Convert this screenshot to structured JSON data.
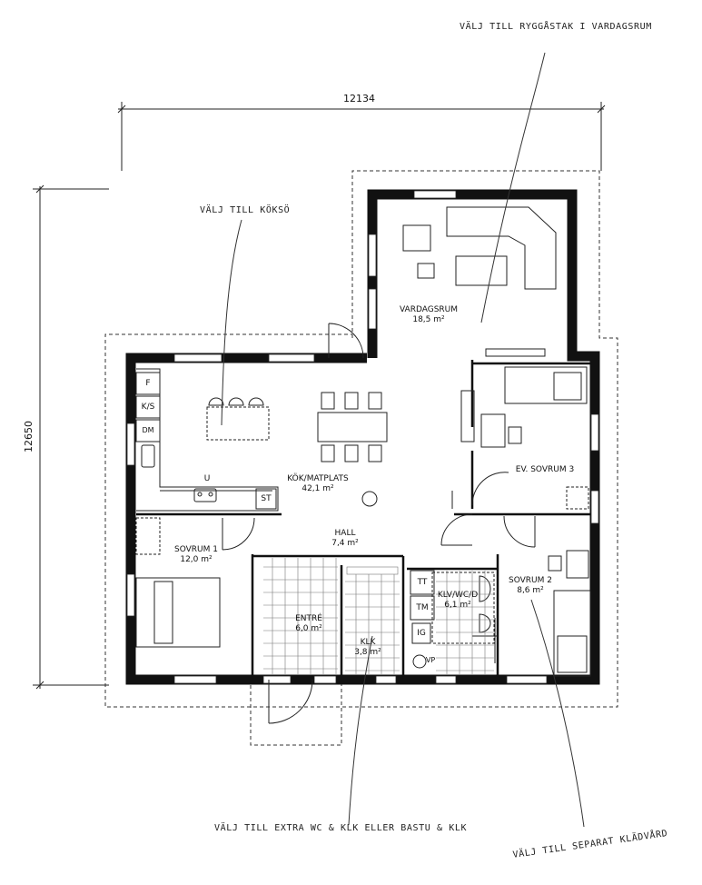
{
  "dimensions": {
    "width": "12134",
    "height": "12650"
  },
  "notes": {
    "ceiling": "VÄLJ TILL RYGGÅSTAK I VARDAGSRUM",
    "island": "VÄLJ TILL KÖKSÖ",
    "bath": "VÄLJ TILL EXTRA WC & KLK ELLER BASTU & KLK",
    "wardrobe": "VÄLJ TILL SEPARAT KLÄDVÅRD"
  },
  "rooms": {
    "living": {
      "name": "VARDAGSRUM",
      "area": "18,5 m²"
    },
    "kitchen": {
      "name": "KÖK/MATPLATS",
      "area": "42,1 m²"
    },
    "bed3": {
      "name": "EV. SOVRUM 3",
      "area": ""
    },
    "hall": {
      "name": "HALL",
      "area": "7,4 m²"
    },
    "bed1": {
      "name": "SOVRUM 1",
      "area": "12,0 m²"
    },
    "bed2": {
      "name": "SOVRUM 2",
      "area": "8,6 m²"
    },
    "entre": {
      "name": "ENTRÉ",
      "area": "6,0 m²"
    },
    "klk": {
      "name": "KLK",
      "area": "3,8 m²"
    },
    "bath": {
      "name": "KLV/WC/D",
      "area": "6,1 m²"
    }
  },
  "fixtures": {
    "fridge": "F",
    "fridge_freezer": "K/S",
    "dishwasher": "DM",
    "stove": "ST",
    "oven": "U",
    "dryer": "TT",
    "washer": "TM",
    "boiler": "IG",
    "water_heater": "VP"
  }
}
